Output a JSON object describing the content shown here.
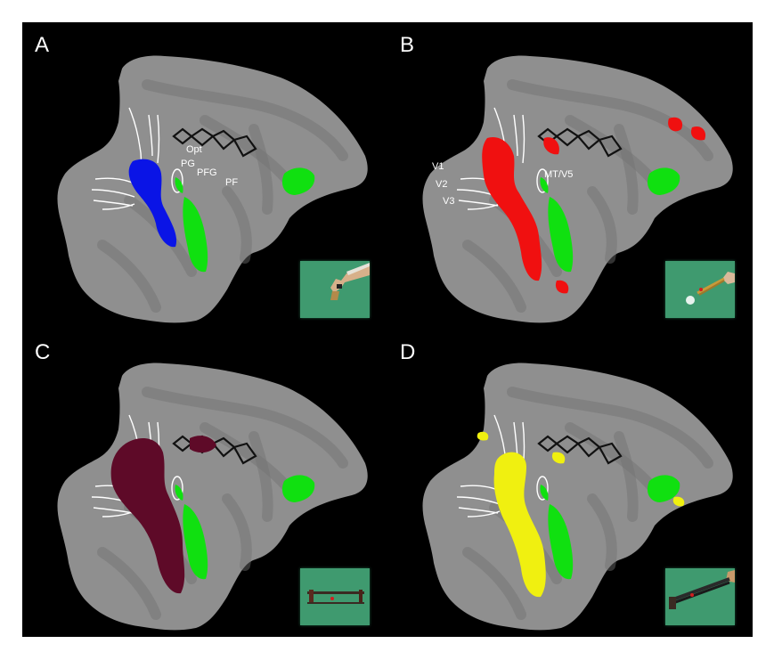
{
  "figure": {
    "panels": [
      {
        "letter": "A",
        "contrast_color": "#0a14e6",
        "stimulus_icon": "hand-grasping-object"
      },
      {
        "letter": "B",
        "contrast_color": "#f01010",
        "stimulus_icon": "pliers-picking-ball"
      },
      {
        "letter": "C",
        "contrast_color": "#5e0a28",
        "stimulus_icon": "stick-tool"
      },
      {
        "letter": "D",
        "contrast_color": "#f0f010",
        "stimulus_icon": "long-pliers-tool"
      }
    ],
    "shared_color": "#10e010",
    "brain_color": "#8f8f8f",
    "background_color": "#000000",
    "labels": {
      "opt": "Opt",
      "pg": "PG",
      "pfg": "PFG",
      "pf": "PF",
      "v1": "V1",
      "v2": "V2",
      "v3": "V3",
      "mt": "MT/V5"
    }
  }
}
